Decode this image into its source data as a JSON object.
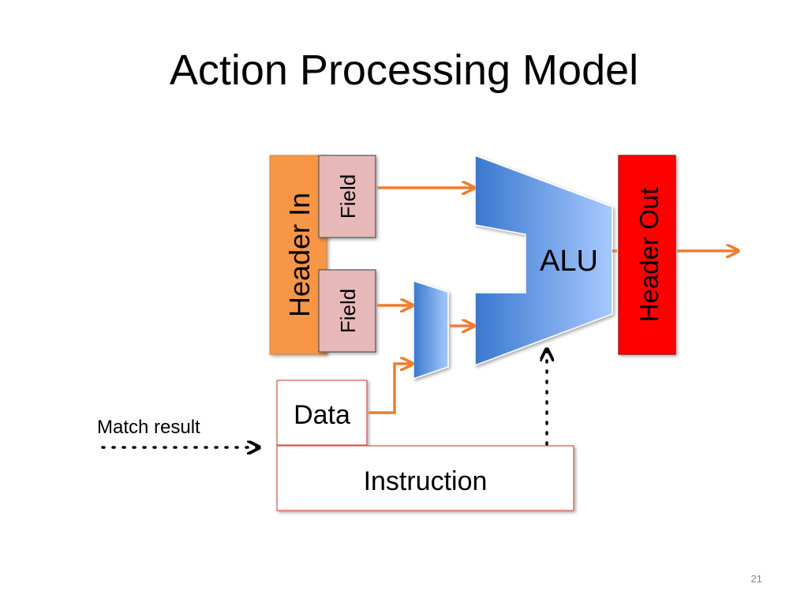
{
  "slide": {
    "title": "Action Processing Model",
    "number": "21"
  },
  "diagram": {
    "header_in": "Header In",
    "field_1": "Field",
    "field_2": "Field",
    "alu": "ALU",
    "header_out": "Header Out",
    "data": "Data",
    "instruction": "Instruction",
    "match_result": "Match result",
    "colors": {
      "header_in": "#f79646",
      "field": "#e6b9b8",
      "header_out": "#ff0000",
      "arrow": "#ed7d31",
      "alu_light": "#9dc3ff",
      "alu_dark": "#3a78cf",
      "box_border": "#d9534f"
    }
  }
}
